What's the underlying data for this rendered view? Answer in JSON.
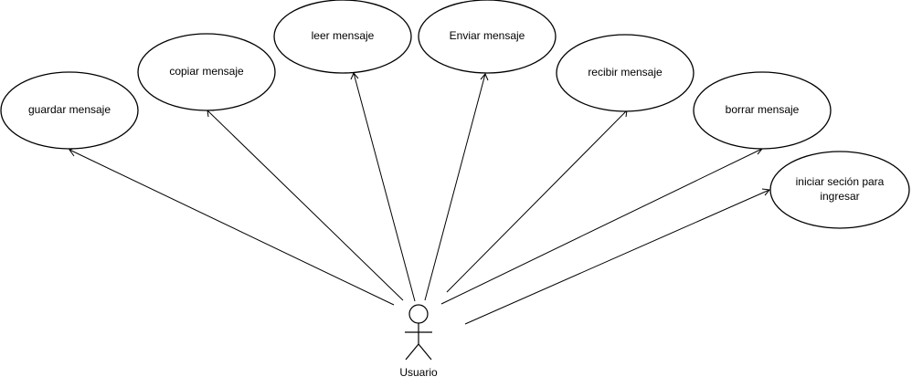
{
  "actor": {
    "label": "Usuario"
  },
  "use_cases": [
    {
      "id": "guardar",
      "line1": "guardar mensaje",
      "line2": ""
    },
    {
      "id": "copiar",
      "line1": "copiar mensaje",
      "line2": ""
    },
    {
      "id": "leer",
      "line1": "leer mensaje",
      "line2": ""
    },
    {
      "id": "enviar",
      "line1": "Enviar mensaje",
      "line2": ""
    },
    {
      "id": "recibir",
      "line1": "recibir mensaje",
      "line2": ""
    },
    {
      "id": "borrar",
      "line1": "borrar mensaje",
      "line2": ""
    },
    {
      "id": "iniciar",
      "line1": "iniciar seción para",
      "line2": "ingresar"
    }
  ],
  "colors": {
    "stroke": "#000000",
    "background": "#ffffff"
  }
}
